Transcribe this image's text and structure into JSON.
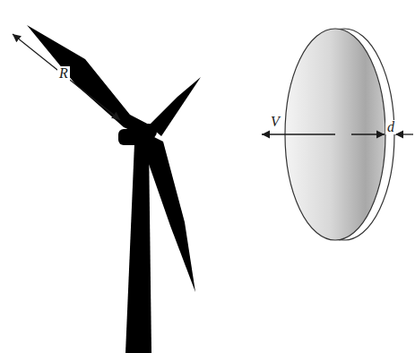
{
  "diagram": {
    "labels": [
      "R",
      "V",
      "d"
    ]
  }
}
